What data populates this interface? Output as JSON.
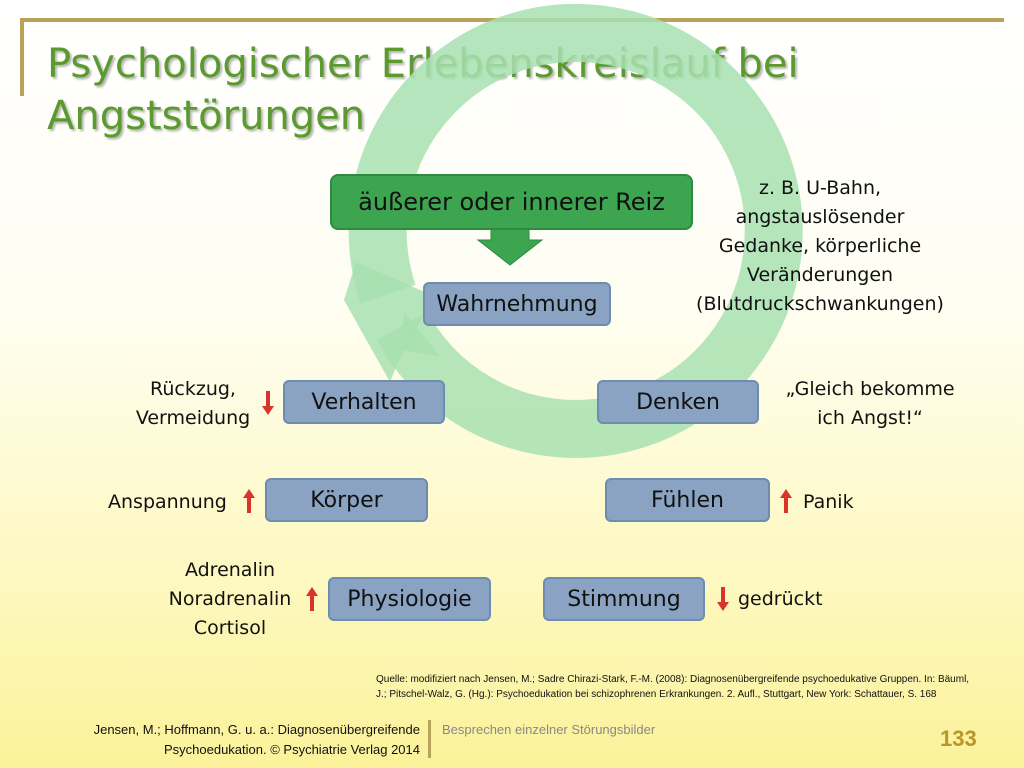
{
  "title": {
    "line1": "Psychologischer Erlebenskreislauf  bei",
    "line2": "Angststörungen"
  },
  "trigger_box": "äußerer oder innerer Reiz",
  "trigger_note": [
    "z. B. U-Bahn,",
    "angstauslösender",
    "Gedanke, körperliche",
    "Veränderungen",
    "(Blutdruckschwankungen)"
  ],
  "cycle": {
    "wahrnehmung": "Wahrnehmung",
    "denken": "Denken",
    "fuehlen": "Fühlen",
    "stimmung": "Stimmung",
    "physiologie": "Physiologie",
    "koerper": "Körper",
    "verhalten": "Verhalten"
  },
  "annotations": {
    "denken": [
      "„Gleich bekomme",
      "ich Angst!“"
    ],
    "fuehlen": "Panik",
    "stimmung": "gedrückt",
    "physiologie": [
      "Adrenalin",
      "Noradrenalin",
      "Cortisol"
    ],
    "koerper": "Anspannung",
    "verhalten": [
      "Rückzug,",
      "Vermeidung"
    ]
  },
  "arrow_directions": {
    "verhalten": "down",
    "koerper": "up",
    "physiologie": "up",
    "fuehlen": "up",
    "stimmung": "down"
  },
  "colors": {
    "title": "#5a9a2e",
    "cycle_box": "#8aa3c2",
    "trigger_box": "#3da550",
    "circle": "#a8e0b0",
    "arrow_red": "#d9342b",
    "page_number": "#b9962a"
  },
  "source": {
    "line1": "Quelle: modifiziert nach Jensen, M.; Sadre Chirazi-Stark, F.-M. (2008): Diagnosenübergreifende psychoedukative Gruppen. In: Bäuml,",
    "line2": "J.; Pitschel-Walz, G. (Hg.): Psychoedukation bei schizophrenen Erkrankungen. 2. Aufl., Stuttgart, New York: Schattauer, S. 168"
  },
  "footer": {
    "citation_line1": "Jensen, M.; Hoffmann, G. u. a.:  Diagnosenübergreifende",
    "citation_line2": "Psychoedukation. © Psychiatrie Verlag 2014",
    "section": "Besprechen einzelner Störungsbilder",
    "page": "133"
  }
}
